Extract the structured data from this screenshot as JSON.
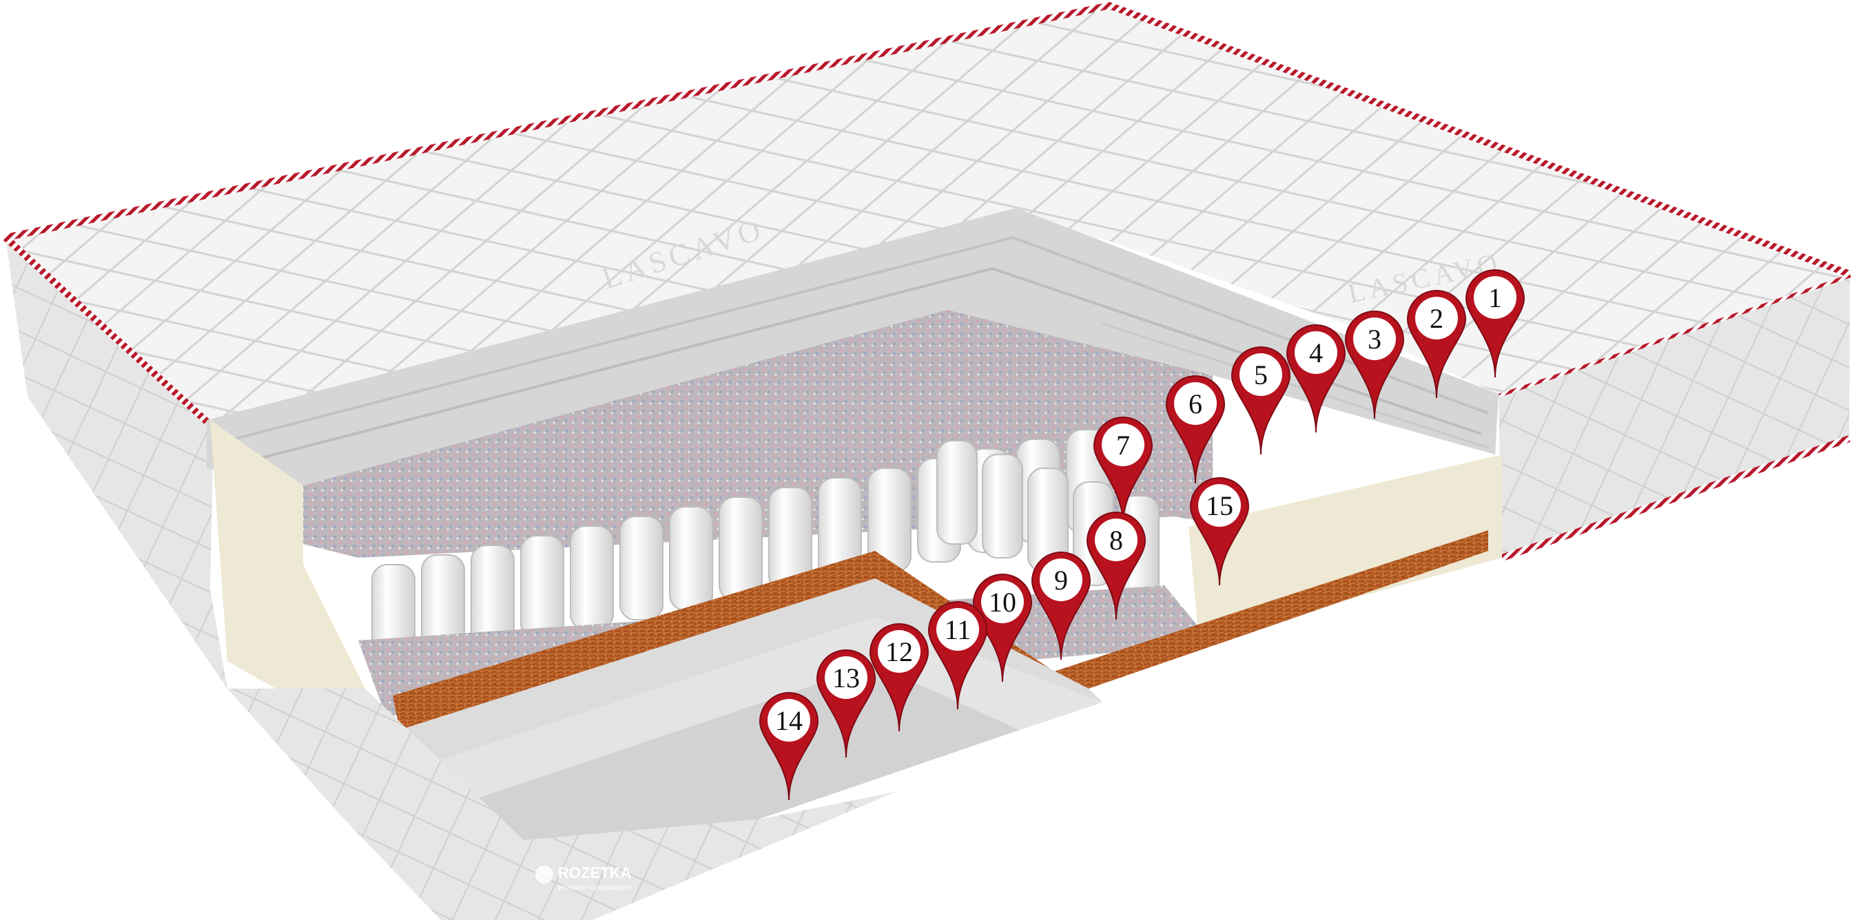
{
  "image": {
    "subject": "mattress-cutaway",
    "colors": {
      "cover": "#f1f1f1",
      "quilt_line": "#d4d4d4",
      "piping_red": "#b8192b",
      "foam_grey": "#d9d9d9",
      "felt": "#b9b3b8",
      "coconut": "#b35a22",
      "latex_cream": "#eeead6",
      "springs": "#fbfbfb",
      "marker_red": "#b8121f"
    }
  },
  "brand": {
    "name": "LASCAVO"
  },
  "markers": [
    {
      "id": "marker-1",
      "label": "1"
    },
    {
      "id": "marker-2",
      "label": "2"
    },
    {
      "id": "marker-3",
      "label": "3"
    },
    {
      "id": "marker-4",
      "label": "4"
    },
    {
      "id": "marker-5",
      "label": "5"
    },
    {
      "id": "marker-6",
      "label": "6"
    },
    {
      "id": "marker-7",
      "label": "7"
    },
    {
      "id": "marker-8",
      "label": "8"
    },
    {
      "id": "marker-9",
      "label": "9"
    },
    {
      "id": "marker-10",
      "label": "10"
    },
    {
      "id": "marker-11",
      "label": "11"
    },
    {
      "id": "marker-12",
      "label": "12"
    },
    {
      "id": "marker-13",
      "label": "13"
    },
    {
      "id": "marker-14",
      "label": "14"
    },
    {
      "id": "marker-15",
      "label": "15"
    }
  ],
  "watermark": {
    "name": "ROZETKA",
    "tagline": "Интернет-супермаркет"
  }
}
